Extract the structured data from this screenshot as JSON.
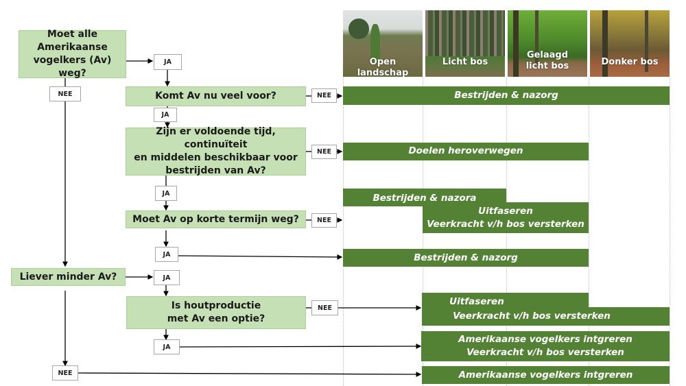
{
  "columns": [
    {
      "label": "Open landschap",
      "image": "heathland-photo"
    },
    {
      "label": "Licht bos",
      "image": "pine-forest-photo"
    },
    {
      "label": "Gelaagd\nlicht bos",
      "image": "green-deciduous-forest-photo"
    },
    {
      "label": "Donker bos",
      "image": "autumn-beech-forest-photo"
    }
  ],
  "questions": {
    "q1": "Moet alle\nAmerikaanse\nvogelkers (Av) weg?",
    "q2": "Komt Av nu veel voor?",
    "q3": "Zijn er voldoende tijd, continuïteit\nen middelen beschikbaar voor\nbestrijden van Av?",
    "q4": "Moet Av op korte termijn weg?",
    "q5": "Liever minder Av?",
    "q6": "Is houtproductie\nmet Av een  optie?"
  },
  "answers": {
    "yes": "JA",
    "no": "NEE"
  },
  "outcomes": {
    "o1": "Bestrijden & nazorg",
    "o2": "Doelen heroverwegen",
    "o3a": "Bestrijden & nazora",
    "o3b_line1": "Uitfaseren",
    "o3b_line2": "Veerkracht v/h bos versterken",
    "o4": "Bestrijden & nazorg",
    "o5_line1": "Uitfaseren",
    "o5_line2": "Veerkracht v/h bos versterken",
    "o6_line1": "Amerikaanse vogelkers intgreren",
    "o6_line2": "Veerkracht v/h bos versterken",
    "o7": "Amerikaanse vogelkers intgreren"
  },
  "colors": {
    "question_fill": "#c5e0b4",
    "outcome_fill": "#548235",
    "outcome_text": "#ffffff"
  }
}
